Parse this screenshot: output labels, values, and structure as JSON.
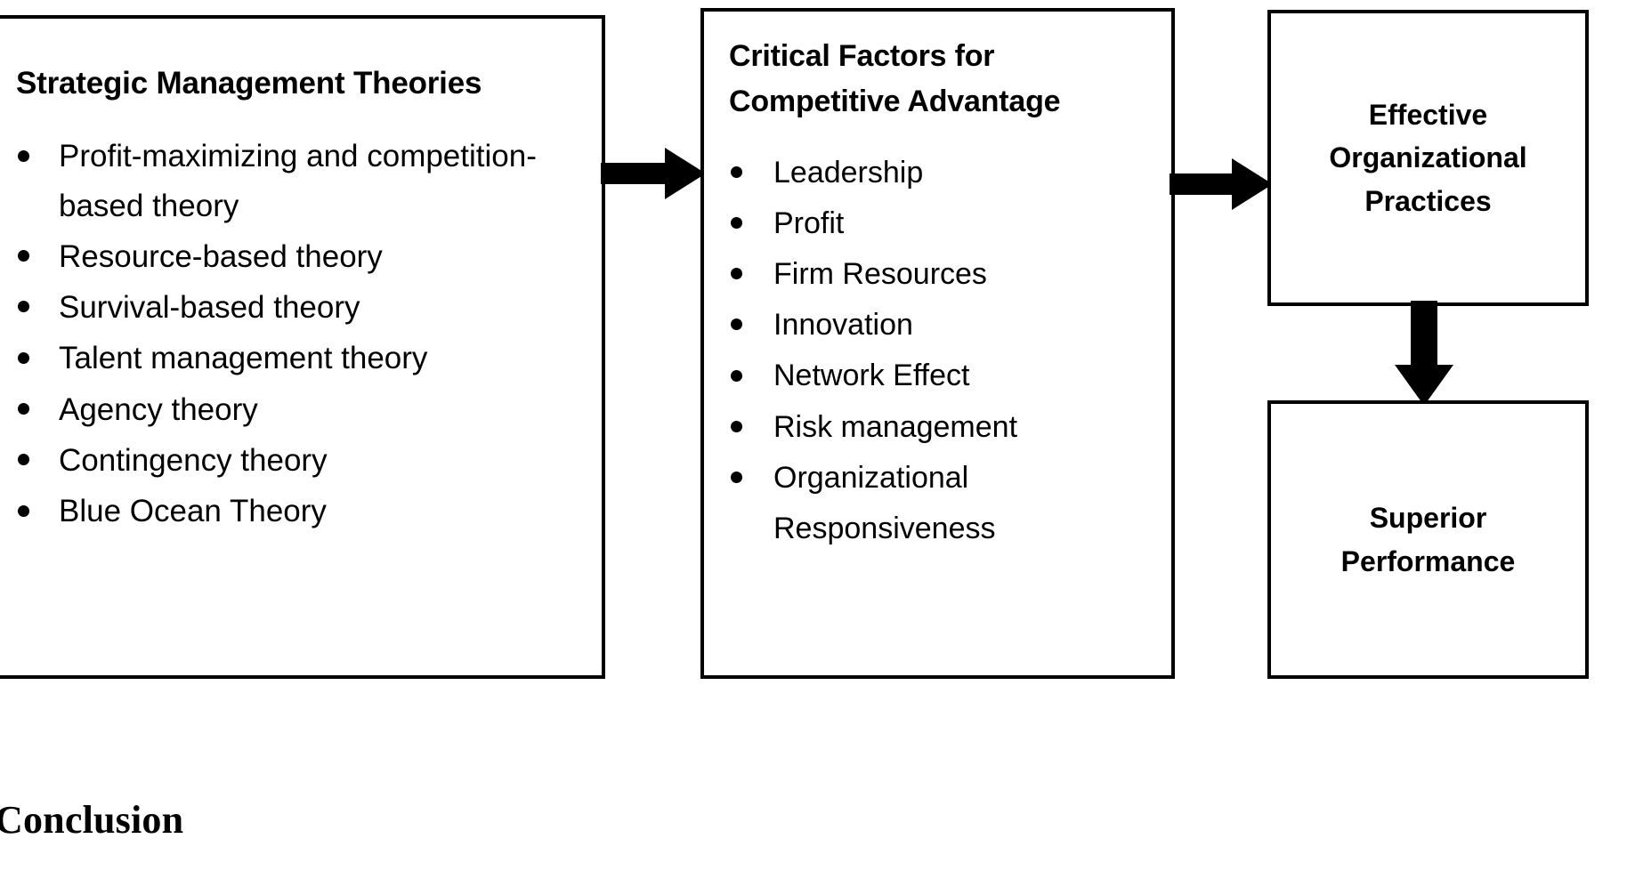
{
  "diagram": {
    "boxes": {
      "theories": {
        "heading": "Strategic Management Theories",
        "bullets": [
          "Profit-maximizing and competition-based theory",
          "Resource-based theory",
          "Survival-based theory",
          "Talent management theory",
          "Agency theory",
          "Contingency theory",
          "Blue Ocean Theory"
        ]
      },
      "factors": {
        "heading": "Critical Factors for Competitive Advantage",
        "bullets": [
          "Leadership",
          "Profit",
          "Firm Resources",
          "Innovation",
          "Network Effect",
          "Risk management",
          "Organizational Responsiveness"
        ]
      },
      "practices": {
        "heading": "Effective Organizational Practices"
      },
      "performance": {
        "heading": "Superior Performance"
      }
    },
    "arrows": [
      {
        "id": "theories-to-factors",
        "direction": "right",
        "from": "theories",
        "to": "factors"
      },
      {
        "id": "factors-to-practices",
        "direction": "right",
        "from": "factors",
        "to": "practices"
      },
      {
        "id": "practices-to-performance",
        "direction": "down",
        "from": "practices",
        "to": "performance"
      }
    ],
    "colors": {
      "stroke": "#000000",
      "fill": "#ffffff",
      "text": "#000000"
    }
  },
  "page": {
    "conclusion_heading": "Conclusion"
  }
}
